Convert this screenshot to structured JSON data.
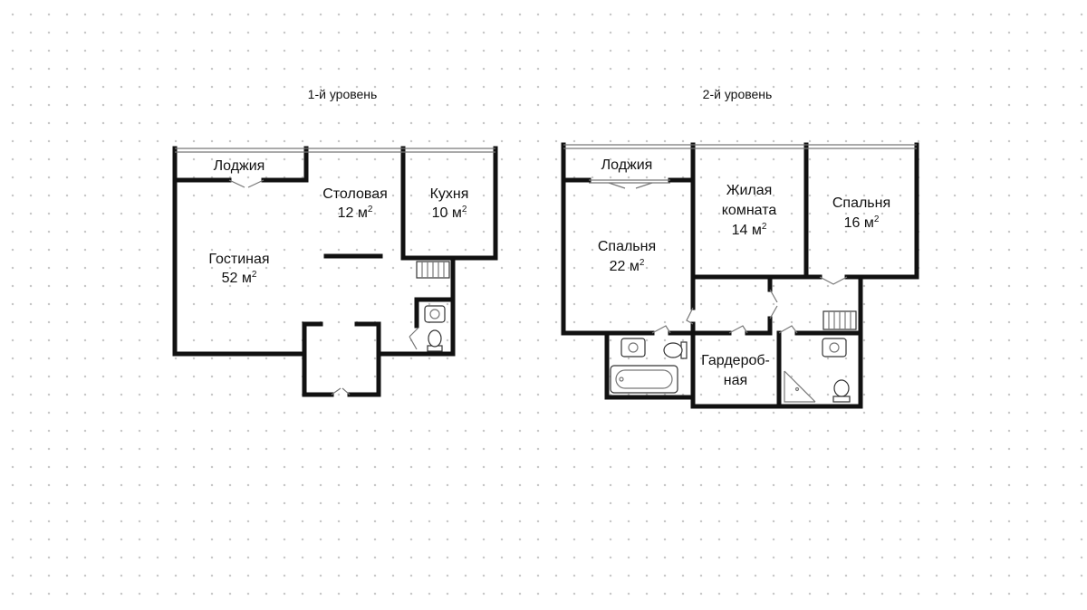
{
  "levels": [
    {
      "title": "1-й уровень",
      "rooms": [
        {
          "name": "Лоджия",
          "area": ""
        },
        {
          "name": "Столовая",
          "area": "12 м",
          "unit_sup": "2"
        },
        {
          "name": "Кухня",
          "area": "10 м",
          "unit_sup": "2"
        },
        {
          "name": "Гостиная",
          "area": "52 м",
          "unit_sup": "2"
        }
      ]
    },
    {
      "title": "2-й уровень",
      "rooms": [
        {
          "name": "Лоджия",
          "area": ""
        },
        {
          "name": "Жилая",
          "name2": "комната",
          "area": "14 м",
          "unit_sup": "2"
        },
        {
          "name": "Спальня",
          "area": "16 м",
          "unit_sup": "2"
        },
        {
          "name": "Спальня",
          "area": "22 м",
          "unit_sup": "2"
        },
        {
          "name": "Гардероб-",
          "name2": "ная",
          "area": ""
        }
      ]
    }
  ]
}
